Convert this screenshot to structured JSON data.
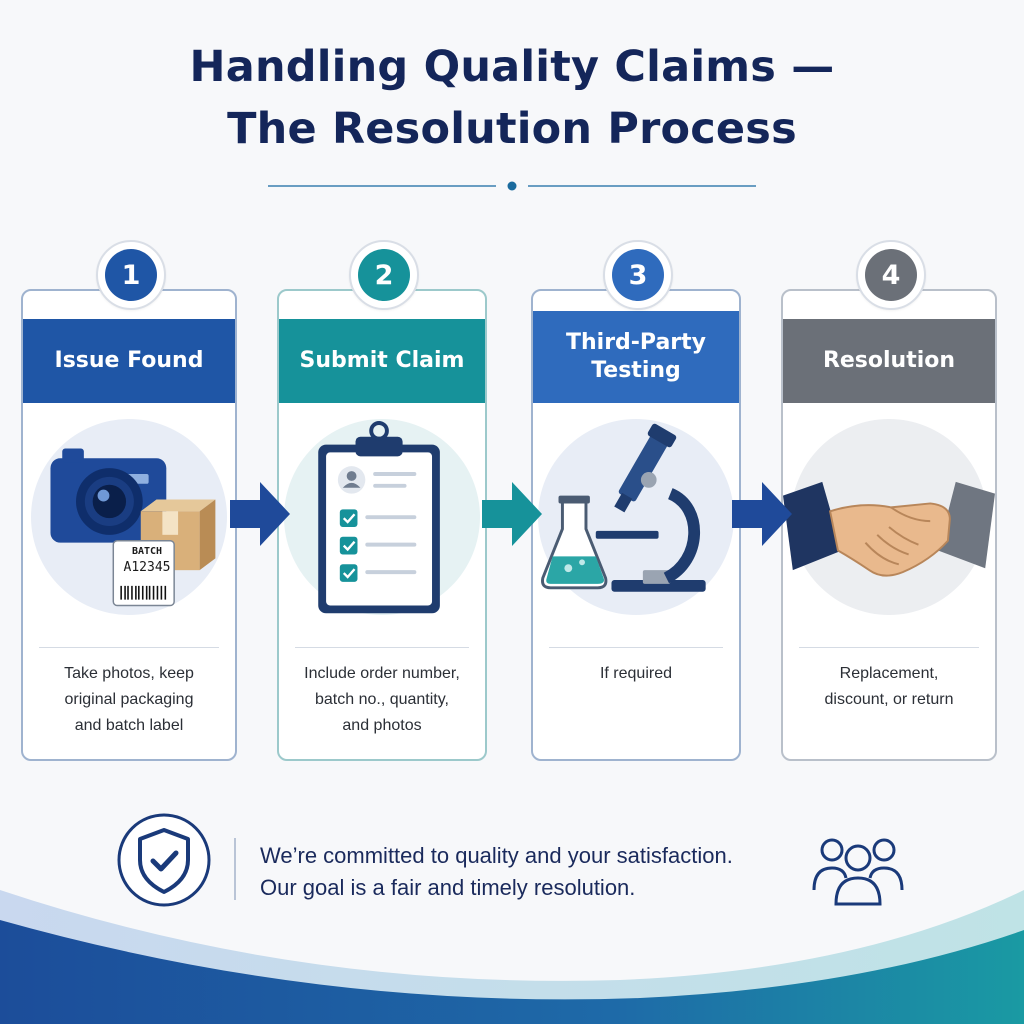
{
  "title": {
    "line1": "Handling Quality Claims —",
    "line2": "The Resolution Process"
  },
  "steps": [
    {
      "number": "1",
      "title": "Issue Found",
      "desc1": "Take photos, keep",
      "desc2": "original packaging",
      "desc3": "and batch label",
      "color": "#1f56a6",
      "icon": "camera-and-box-icon"
    },
    {
      "number": "2",
      "title": "Submit Claim",
      "desc1": "Include order number,",
      "desc2": "batch no., quantity,",
      "desc3": "and photos",
      "color": "#16929a",
      "icon": "clipboard-checklist-icon"
    },
    {
      "number": "3",
      "title": "Third-Party Testing",
      "desc1": "If required",
      "desc2": "",
      "desc3": "",
      "color": "#2f6bbd",
      "icon": "microscope-flask-icon"
    },
    {
      "number": "4",
      "title": "Resolution",
      "desc1": "Replacement,",
      "desc2": "discount, or return",
      "desc3": "",
      "color": "#6b7078",
      "icon": "handshake-icon"
    }
  ],
  "batch_label": {
    "line1": "BATCH",
    "line2": "A12345"
  },
  "footer": {
    "line1": "We’re committed to quality and your satisfaction.",
    "line2": "Our goal is a fair and timely resolution.",
    "shield_icon": "shield-check-icon",
    "people_icon": "people-group-icon"
  },
  "colors": {
    "navy": "#14265a",
    "blue": "#1f56a6",
    "teal": "#16929a",
    "gray": "#6b7078"
  }
}
